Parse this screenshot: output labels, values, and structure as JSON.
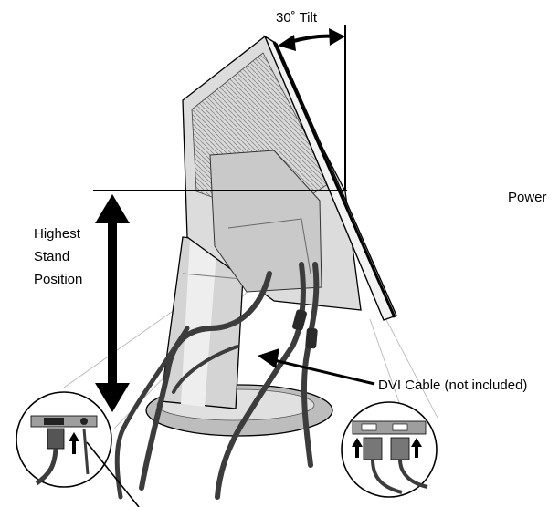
{
  "labels": {
    "tilt": "30˚ Tilt",
    "highest_stand_position": [
      "Highest",
      "Stand",
      "Position"
    ],
    "power": "Power",
    "dvi_cable": "DVI Cable (not included)"
  },
  "colors": {
    "ink": "#000000",
    "panel_light": "#e6e6e6",
    "panel_mid": "#c8c8c8",
    "panel_dark": "#9a9a9a",
    "cable": "#3c3c3c"
  },
  "icons": [
    "arrow-up-icon",
    "double-arrow-icon"
  ]
}
